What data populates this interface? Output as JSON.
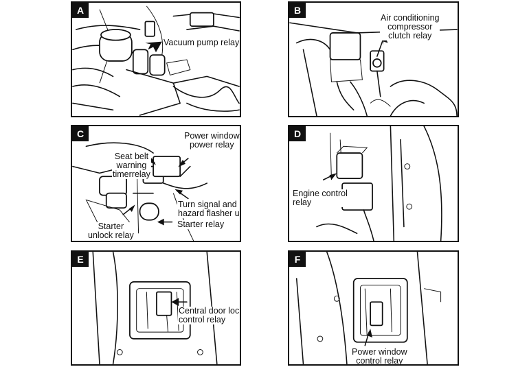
{
  "panels": [
    {
      "id": "A",
      "labels": [
        "Vacuum pump relay"
      ]
    },
    {
      "id": "B",
      "labels": [
        "Air conditioning",
        "compressor",
        "clutch relay"
      ]
    },
    {
      "id": "C",
      "labels": [
        "Power window",
        "power relay",
        "Seat belt",
        "warning",
        "timerrelay",
        "Turn signal and",
        "hazard flasher unit",
        "Starter relay",
        "Starter",
        "unlock relay"
      ]
    },
    {
      "id": "D",
      "labels": [
        "Engine control",
        "relay"
      ]
    },
    {
      "id": "E",
      "labels": [
        "Central door lock",
        "control relay"
      ]
    },
    {
      "id": "F",
      "labels": [
        "Power window",
        "control relay"
      ]
    }
  ],
  "colors": {
    "ink": "#111111",
    "paper": "#ffffff"
  }
}
